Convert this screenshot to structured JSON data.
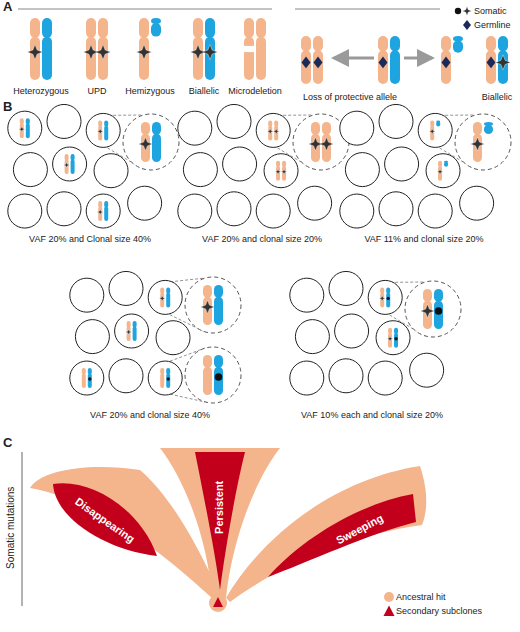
{
  "diagram": {
    "nodes": [
      {
        "text": [
          "Disappearing"
        ]
      },
      {
        "text": [
          "Persistent"
        ]
      },
      {
        "text": [
          "Sweeping"
        ]
      }
    ],
    "labels": [
      "A",
      "Heterozygous",
      "UPD",
      "Hemizygous",
      "Biallelic",
      "Microdeletion",
      "Loss of protective allele",
      "Biallelic",
      "B",
      "VAF 20% and Clonal size 40%",
      "VAF 20% and clonal size 20%",
      "VAF 11% and clonal size 20%",
      "VAF 20% and clonal size 40%",
      "VAF 10% each and clonal size 20%",
      "C",
      "Somatic mutations"
    ],
    "legend": [
      {
        "text": "Somatic"
      },
      {
        "text": "Germline"
      },
      {
        "text": "Ancestral hit",
        "color": "#f4b48c"
      },
      {
        "text": "Secondary subclones",
        "color": "#c3001b"
      }
    ]
  }
}
